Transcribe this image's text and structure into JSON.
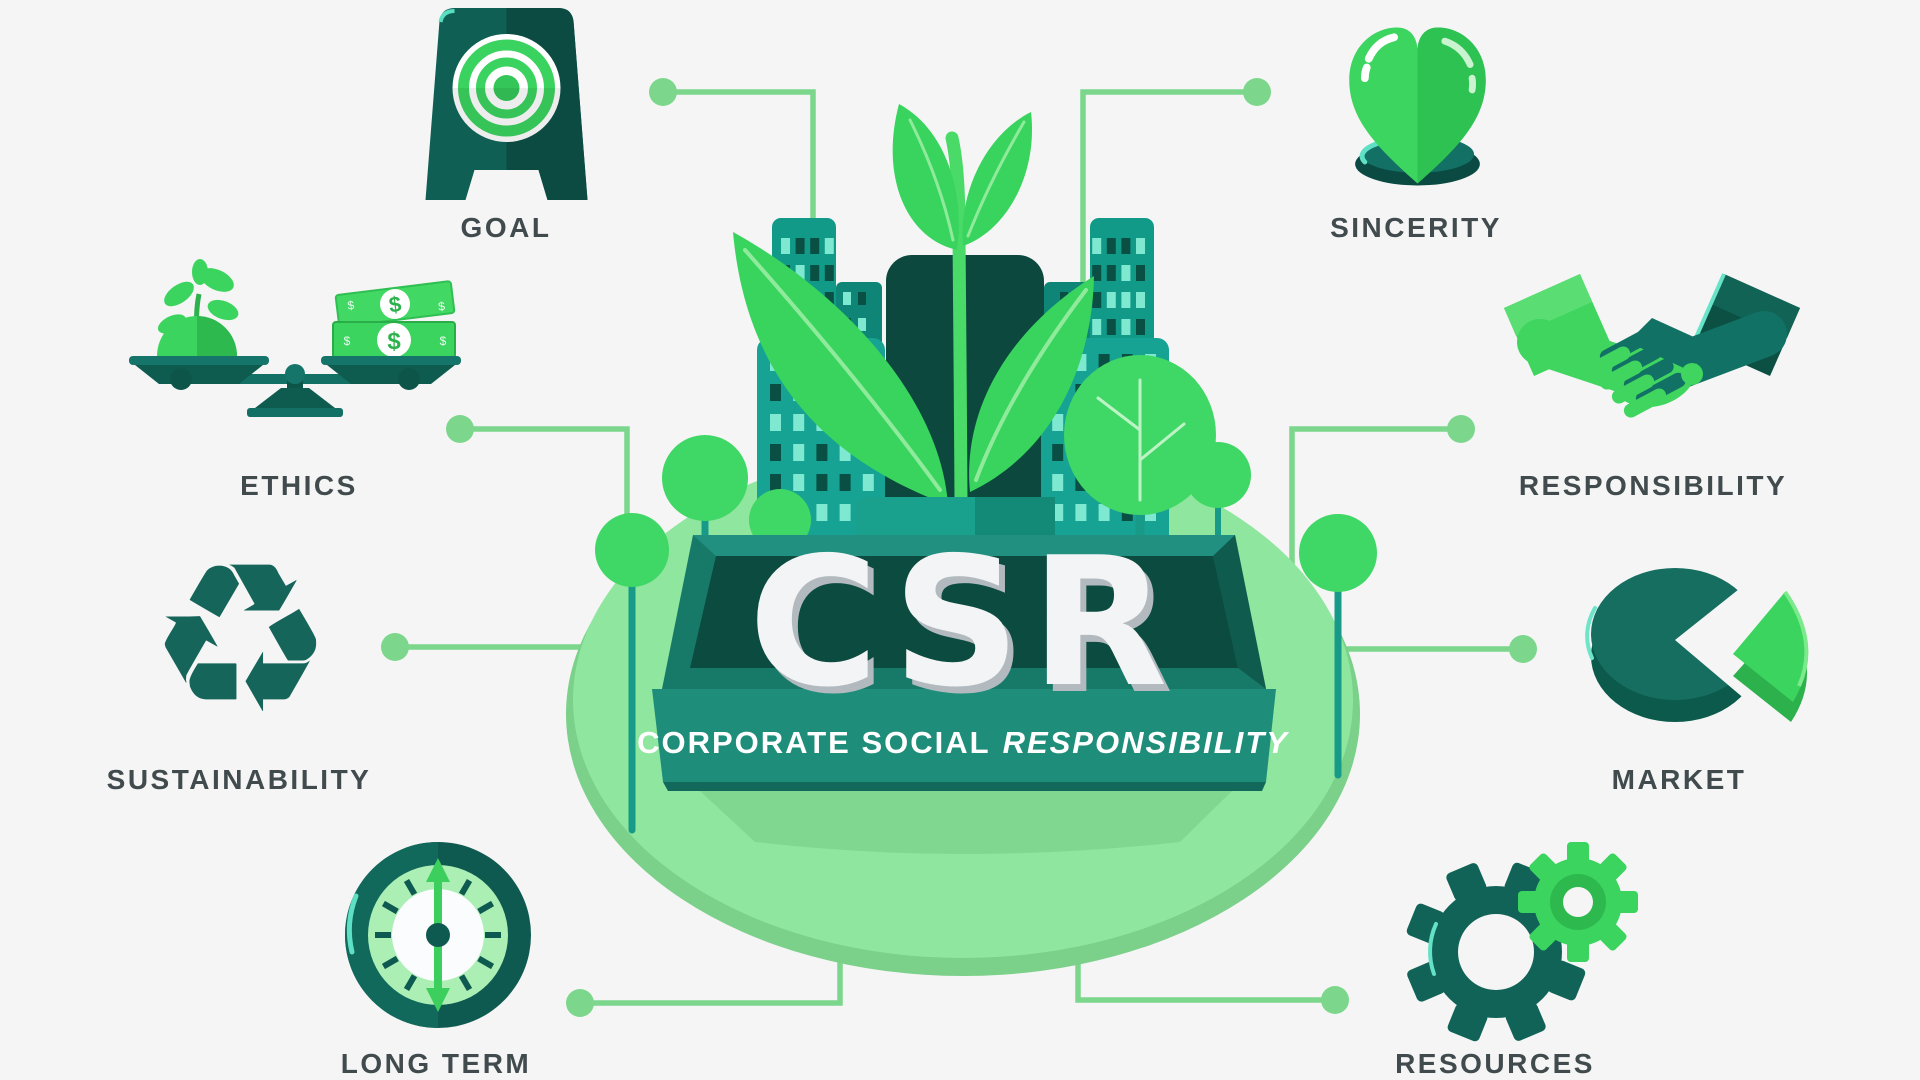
{
  "title": {
    "acronym": "CSR",
    "banner_regular": "CORPORATE SOCIAL",
    "banner_italic": "RESPONSIBILITY"
  },
  "nodes": [
    {
      "id": "goal",
      "label": "GOAL",
      "icon": "target-board-icon",
      "position": "top-left"
    },
    {
      "id": "sincerity",
      "label": "SINCERITY",
      "icon": "heart-icon",
      "position": "top-right"
    },
    {
      "id": "ethics",
      "label": "ETHICS",
      "icon": "balance-scale-icon",
      "position": "upper-left"
    },
    {
      "id": "responsibility",
      "label": "RESPONSIBILITY",
      "icon": "handshake-icon",
      "position": "upper-right"
    },
    {
      "id": "sustainability",
      "label": "SUSTAINABILITY",
      "icon": "recycle-icon",
      "position": "lower-left"
    },
    {
      "id": "market",
      "label": "MARKET",
      "icon": "pie-chart-icon",
      "position": "lower-right"
    },
    {
      "id": "long-term",
      "label": "LONG TERM",
      "icon": "clock-icon",
      "position": "bottom-left"
    },
    {
      "id": "resources",
      "label": "RESOURCES",
      "icon": "gears-icon",
      "position": "bottom-right"
    }
  ],
  "glyphs": {
    "recycle": "♻",
    "dollar": "$"
  },
  "colors": {
    "background": "#f4f5f4",
    "dark_teal": "#0e5a50",
    "teal": "#15a090",
    "bright_green": "#3bd45e",
    "ellipse_light_green": "#8fe69e",
    "ellipse_rim_green": "#7bd08a",
    "connector_green": "#7cd78d",
    "label_text": "#414b4e",
    "sign_panel": "#0c4b40",
    "csr_letters": "#f2f4f5"
  }
}
